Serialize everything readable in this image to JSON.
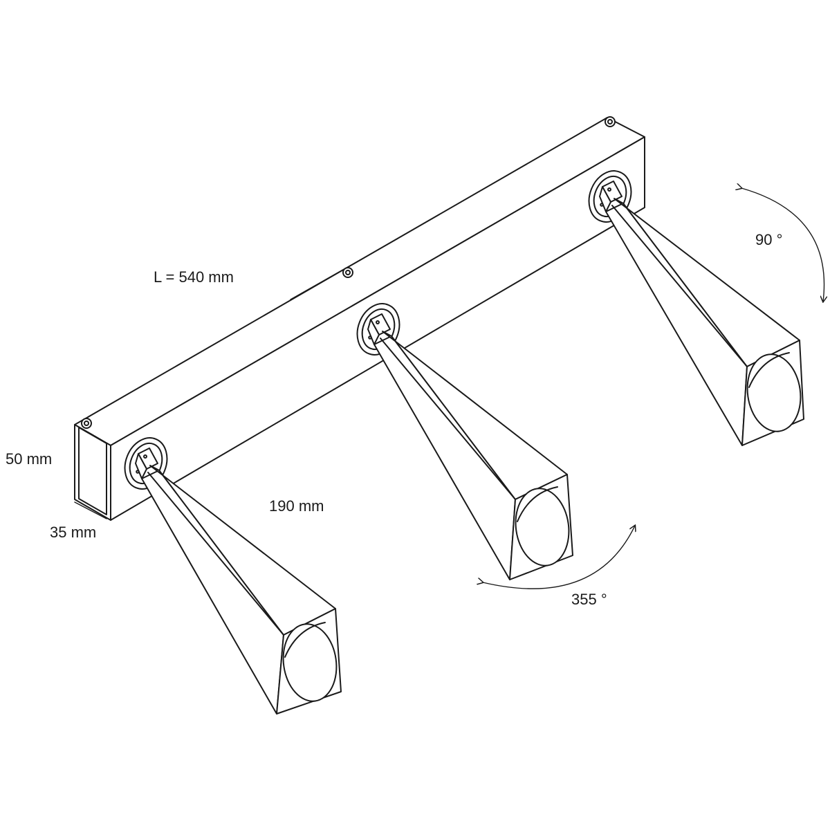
{
  "colors": {
    "line": "#1a1a1a",
    "background": "#ffffff"
  },
  "labels": {
    "length": "L = 540 mm",
    "height": "50 mm",
    "depth": "35 mm",
    "spacing": "190 mm",
    "tilt_angle": "90 °",
    "rotation_angle": "355 °"
  }
}
